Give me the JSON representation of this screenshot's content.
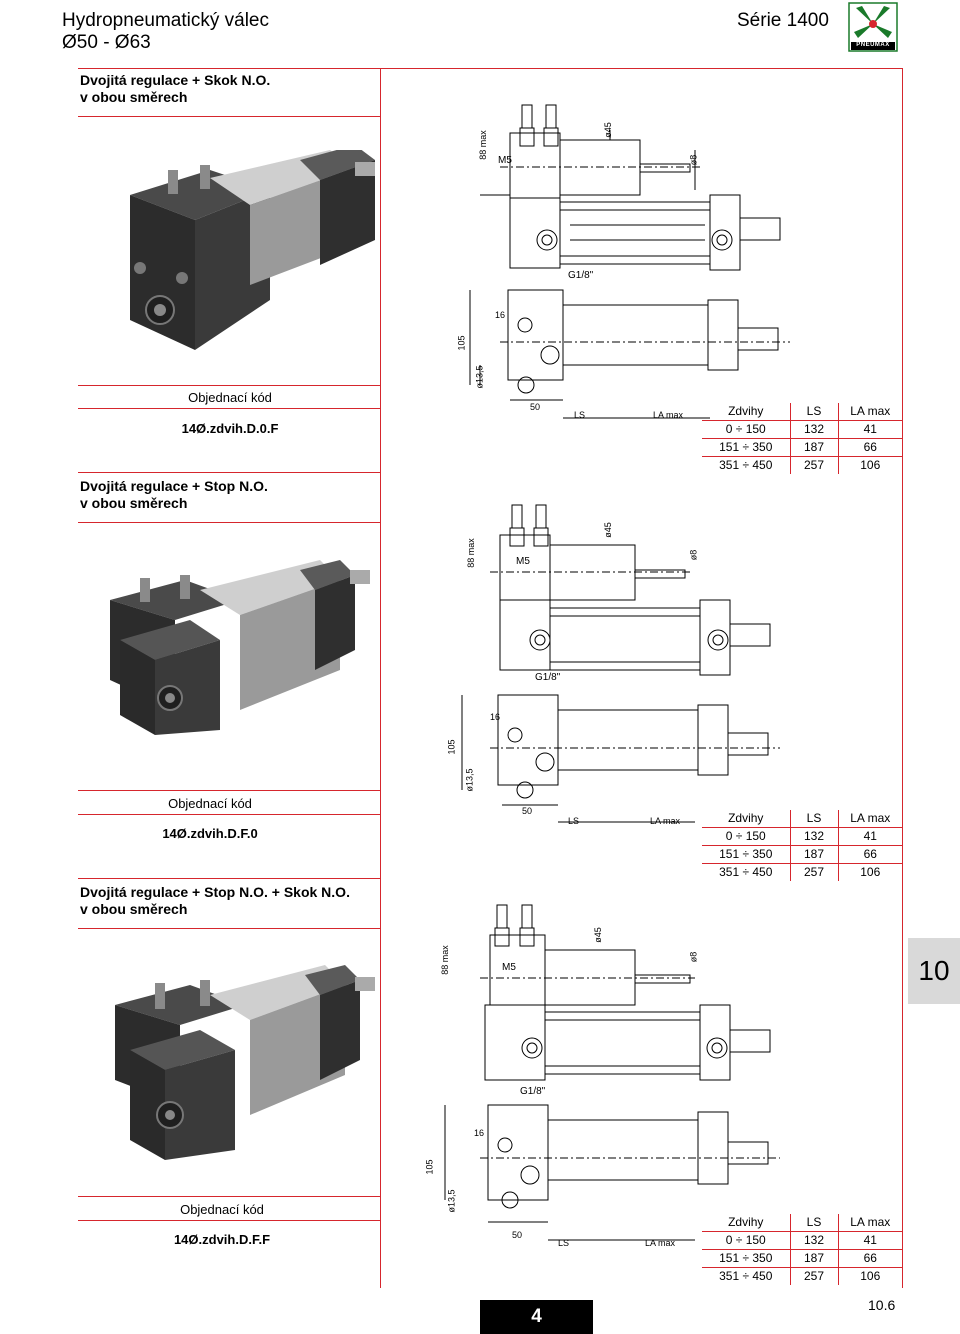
{
  "header": {
    "title_line1": "Hydropneumatický válec",
    "title_line2": "Ø50 - Ø63",
    "series": "Série 1400",
    "logo_text": "PNEUMAX"
  },
  "sections": [
    {
      "title_line1": "Dvojitá regulace + Skok N.O.",
      "title_line2": "v obou směrech",
      "code_label": "Objednací kód",
      "code_value": "14Ø.zdvih.D.0.F"
    },
    {
      "title_line1": "Dvojitá regulace + Stop N.O.",
      "title_line2": "v obou směrech",
      "code_label": "Objednací kód",
      "code_value": "14Ø.zdvih.D.F.0"
    },
    {
      "title_line1": "Dvojitá regulace + Stop N.O. + Skok N.O.",
      "title_line2": "v obou směrech",
      "code_label": "Objednací kód",
      "code_value": "14Ø.zdvih.D.F.F"
    }
  ],
  "table": {
    "headers": [
      "Zdvihy",
      "LS",
      "LA max"
    ],
    "rows": [
      [
        "0  ÷ 150",
        "132",
        "41"
      ],
      [
        "151  ÷ 350",
        "187",
        "66"
      ],
      [
        "351  ÷ 450",
        "257",
        "106"
      ]
    ]
  },
  "dims": {
    "max88": "88  max",
    "m5": "M5",
    "d45": "ø45",
    "d8": "ø8",
    "g18": "G1/8\"",
    "d16": "16",
    "d105": "105",
    "d135": "ø13,5",
    "d50": "50",
    "ls": "LS",
    "lamax": "LA max"
  },
  "side_tab": "10",
  "page_number": "4",
  "page_ref": "10.6"
}
